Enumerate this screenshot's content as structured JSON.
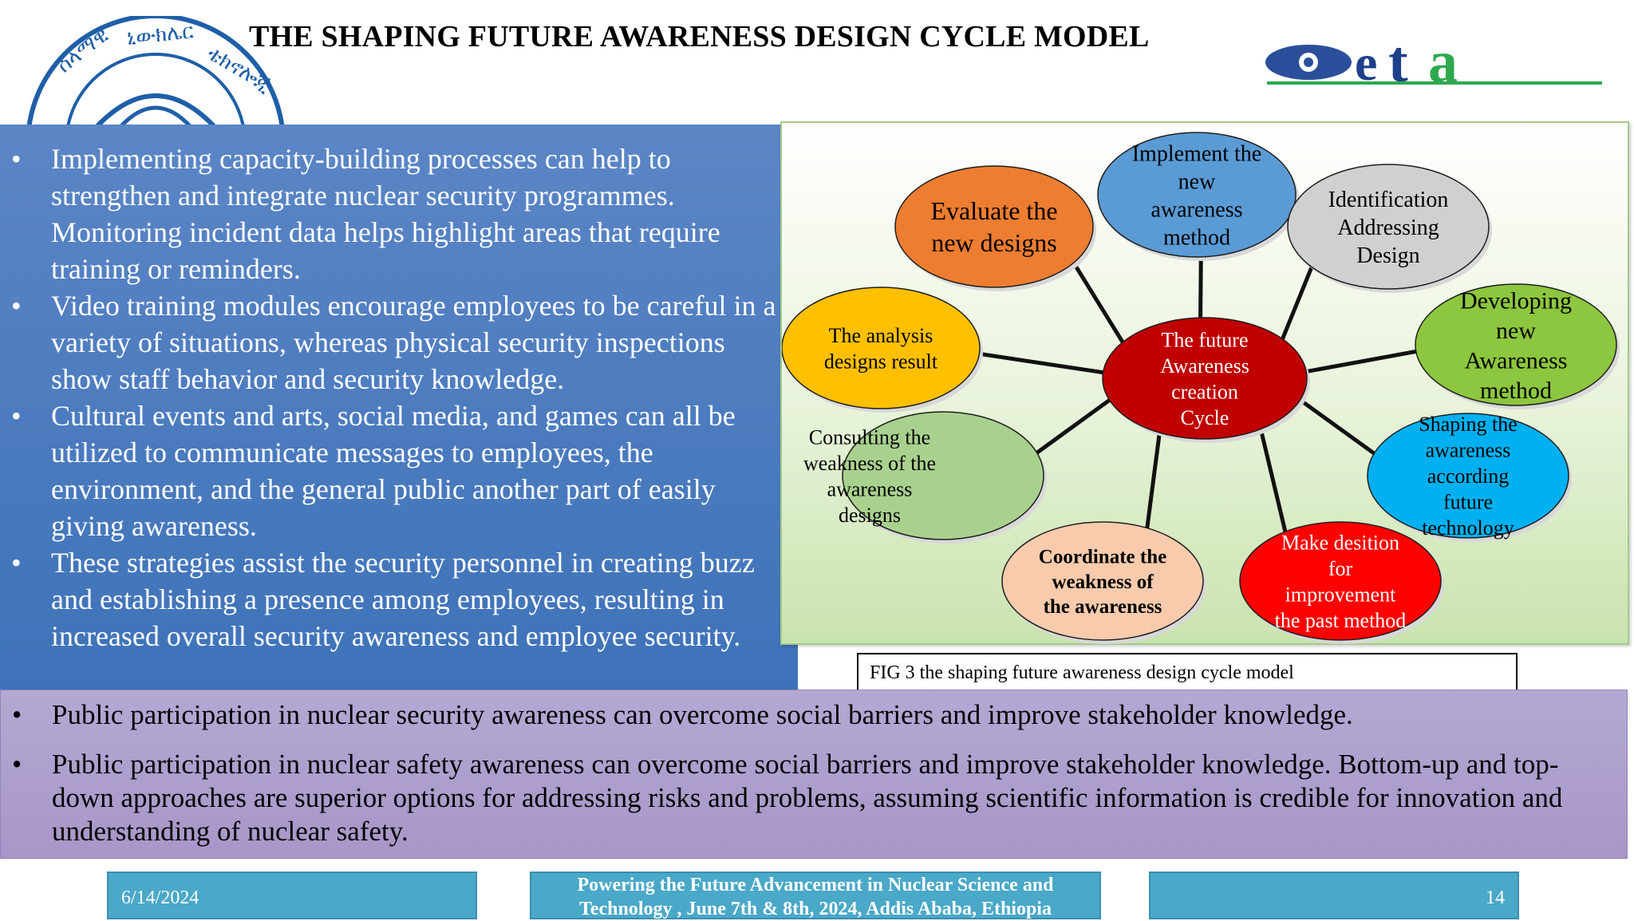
{
  "title": "THE SHAPING FUTURE AWARENESS DESIGN CYCLE MODEL",
  "logos": {
    "left": {
      "name": "org-seal-logo",
      "lettering": "ሰላማዊ ኒውክሌር ቴክኖሎጂ"
    },
    "right": {
      "name": "eta-logo",
      "lettering": "eta"
    }
  },
  "left_bullets": [
    {
      "text": "Implementing capacity-building processes can help to strengthen and integrate nuclear security programmes. Monitoring incident data helps highlight areas that require training or reminders."
    },
    {
      "text": "Video training modules encourage employees to be careful in a variety of situations, whereas physical security inspections show staff behavior and security knowledge."
    },
    {
      "text": "Cultural events and arts, social media, and games can all be utilized to communicate messages to employees, the environment, and the general public another part of easily giving awareness."
    },
    {
      "text": "These strategies assist the security personnel in creating buzz and establishing a presence among employees, resulting in increased overall security awareness and employee security."
    }
  ],
  "bullet_symbol": "•",
  "diagram": {
    "center": {
      "lines": [
        "The future",
        "Awareness",
        "creation",
        "Cycle"
      ],
      "color": "#c00000",
      "text_color": "#ffffff"
    },
    "nodes": [
      {
        "id": "implement",
        "lines": [
          "Implement the",
          "new",
          "awareness",
          "method"
        ],
        "color": "#5b9bd5",
        "text_color": "#000000"
      },
      {
        "id": "identification",
        "lines": [
          "Identification",
          "Addressing",
          "Design"
        ],
        "color": "#d0d0d0",
        "text_color": "#000000"
      },
      {
        "id": "developing",
        "lines": [
          "Developing",
          "new",
          "Awareness",
          "method"
        ],
        "color": "#8dc63f",
        "text_color": "#000000"
      },
      {
        "id": "shaping",
        "lines": [
          "Shaping the",
          "awareness",
          "according",
          "future",
          "technology"
        ],
        "color": "#00b0f0",
        "text_color": "#000000"
      },
      {
        "id": "make-decision",
        "lines": [
          "Make desition",
          "for",
          "improvement",
          "the past method"
        ],
        "color": "#ff0000",
        "text_color": "#ffffff"
      },
      {
        "id": "coordinate",
        "lines": [
          "Coordinate the",
          "weakness of",
          "the awareness"
        ],
        "color": "#f8cbad",
        "text_color": "#000000"
      },
      {
        "id": "consulting",
        "lines": [
          "Consulting the",
          "weakness of the",
          "awareness",
          "designs"
        ],
        "color": "#a9d18e",
        "text_color": "#000000"
      },
      {
        "id": "analysis",
        "lines": [
          "The analysis",
          "designs result"
        ],
        "color": "#ffc000",
        "text_color": "#000000"
      },
      {
        "id": "evaluate",
        "lines": [
          "Evaluate the",
          "new designs"
        ],
        "color": "#ed7d31",
        "text_color": "#000000"
      }
    ]
  },
  "caption": "FIG 3 the shaping future awareness design cycle model",
  "bottom_bullets": [
    {
      "text": "Public participation in nuclear security awareness can overcome social barriers and improve stakeholder knowledge."
    },
    {
      "text": " Public participation in nuclear safety awareness can overcome social barriers and improve stakeholder knowledge. Bottom-up and top-down approaches are superior options for addressing risks and problems, assuming scientific information is credible for innovation and understanding of nuclear safety."
    }
  ],
  "footer": {
    "date": "6/14/2024",
    "center": "Powering the Future Advancement in Nuclear Science and Technology , June 7th & 8th, 2024, Addis Ababa, Ethiopia",
    "page": "14"
  },
  "colors": {
    "left_panel": "#4a7cc0",
    "bottom_band": "#ac9dcb",
    "footer": "#4aa8c8",
    "diagram_bg": "#d8ebc4"
  }
}
